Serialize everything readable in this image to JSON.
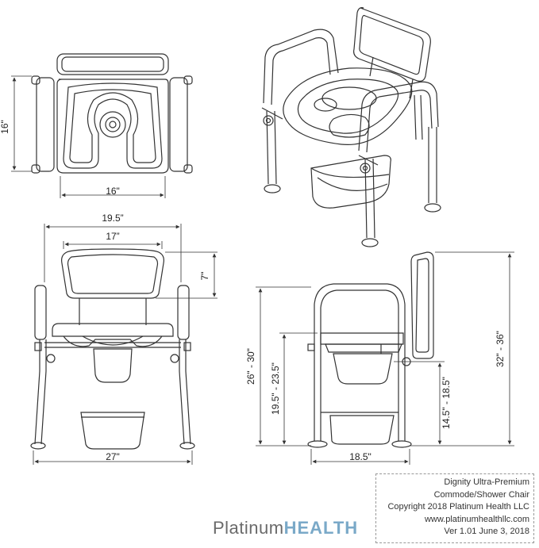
{
  "dimensions": {
    "top_depth": "16\"",
    "top_width": "16\"",
    "front_overall_width": "19.5”",
    "front_back_width": "17”",
    "front_back_height": "7\"",
    "front_leg_span": "27\"",
    "side_arm_height": "26\" - 30\"",
    "side_seat_height": "19.5\" - 23.5\"",
    "side_back_height": "32\" - 36\"",
    "side_bucket_height": "14.5\" - 18.5\"",
    "side_depth": "18.5\""
  },
  "info": {
    "line1": "Dignity Ultra-Premium",
    "line2": "Commode/Shower Chair",
    "line3": "Copyright 2018 Platinum Health LLC",
    "line4": "www.platinumhealthllc.com",
    "line5": "Ver 1.01 June 3, 2018"
  },
  "brand": {
    "part1": "Platinum",
    "part2": "HEALTH"
  },
  "colors": {
    "line": "#333333",
    "brand_gray": "#6a6a6a",
    "brand_blue": "#7aa9c8"
  }
}
